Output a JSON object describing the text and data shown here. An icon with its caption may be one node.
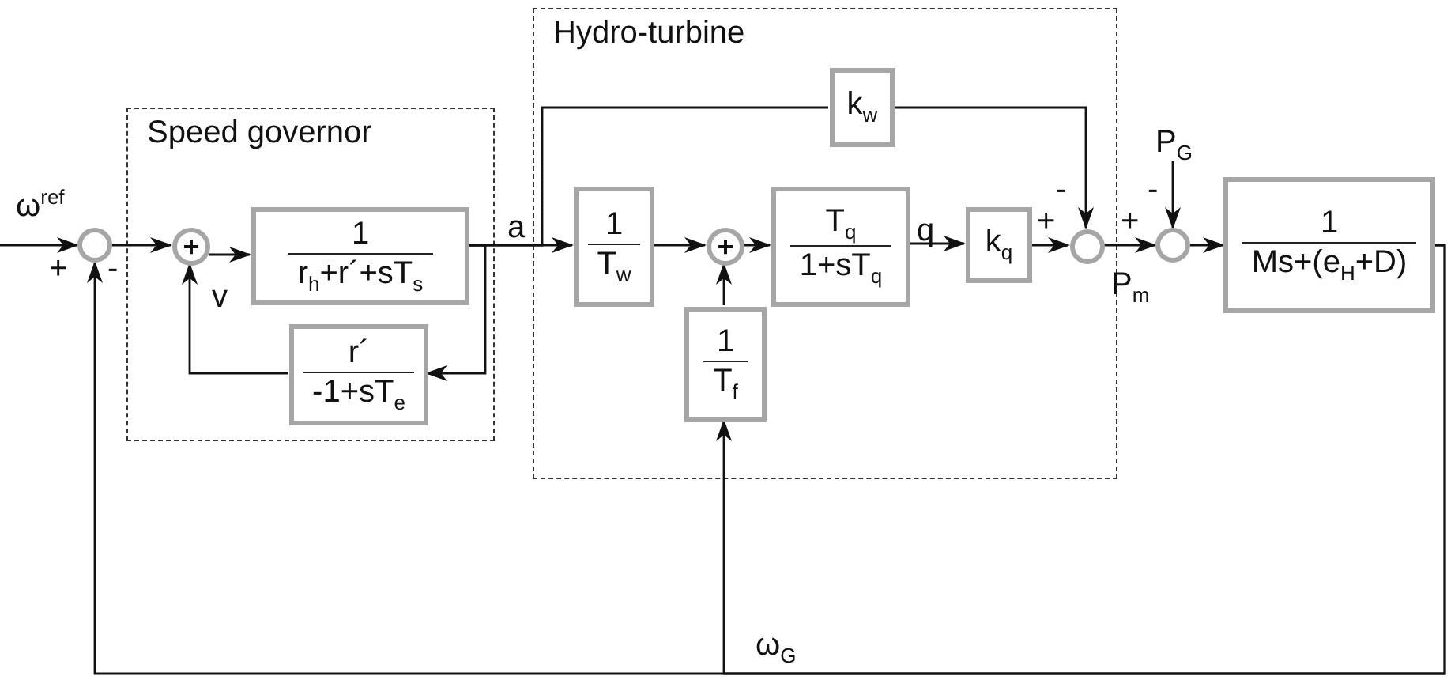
{
  "diagram": {
    "nodes": [
      {
        "text": [
          "Speed governor"
        ]
      },
      {
        "text": [
          "Hydro-turbine"
        ]
      },
      {
        "text": [],
        "shape": "circle"
      },
      {
        "text": [
          "+"
        ],
        "in": 0
      },
      {
        "text": [
          "1",
          "r$_{h}$+r´+sT$_{s}$"
        ],
        "in": 0
      },
      {
        "text": [
          "r´",
          "-1+sT$_{e}$"
        ],
        "in": 0
      },
      {
        "text": [
          "1",
          "T$_{w}$"
        ],
        "in": 1
      },
      {
        "text": [
          "+"
        ],
        "in": 1
      },
      {
        "text": [
          "T$_{q}$",
          "1+sT$_{q}$"
        ],
        "in": 1
      },
      {
        "text": [
          "1",
          "T$_{f}$"
        ],
        "in": 1
      },
      {
        "text": [
          "k$_{w}$"
        ],
        "in": 1
      },
      {
        "text": [
          "k$_{q}$"
        ],
        "in": 1
      },
      {
        "text": [],
        "shape": "circle",
        "in": 1
      },
      {
        "text": [],
        "shape": "circle"
      },
      {
        "text": [
          "1",
          "Ms+(e$_{H}$+D)"
        ]
      },
      {
        "text": [
          "P$_{G}$"
        ]
      }
    ],
    "edges": [
      {
        "from": null,
        "to": 2,
        "arrow": "to"
      },
      {
        "from": 2,
        "to": 3,
        "arrow": "to"
      },
      {
        "from": 3,
        "to": 4,
        "arrow": "to"
      },
      {
        "from": 4,
        "to": 5,
        "arrow": "to"
      },
      {
        "from": 5,
        "to": 3,
        "arrow": "to"
      },
      {
        "from": 4,
        "to": 6,
        "arrow": "to"
      },
      {
        "from": 4,
        "to": 10,
        "arrow": "none"
      },
      {
        "from": 10,
        "to": 12,
        "arrow": "to"
      },
      {
        "from": 6,
        "to": 7,
        "arrow": "to"
      },
      {
        "from": 9,
        "to": 7,
        "arrow": "to"
      },
      {
        "from": 7,
        "to": 8,
        "arrow": "to"
      },
      {
        "from": 8,
        "to": 11,
        "arrow": "to"
      },
      {
        "from": 11,
        "to": 12,
        "arrow": "to"
      },
      {
        "from": 12,
        "to": 13,
        "arrow": "to"
      },
      {
        "from": 13,
        "to": 14,
        "arrow": "to"
      },
      {
        "from": 15,
        "to": 13,
        "arrow": "to"
      },
      {
        "from": 14,
        "to": 2,
        "arrow": "to"
      },
      {
        "from": 14,
        "to": 9,
        "arrow": "to"
      }
    ],
    "labels": [
      "ω$^{ref}$",
      "-",
      "-",
      "a",
      "q",
      "+",
      "+",
      "+",
      "-",
      "v",
      "P$_{m}$",
      "ω$_{G}$"
    ]
  }
}
